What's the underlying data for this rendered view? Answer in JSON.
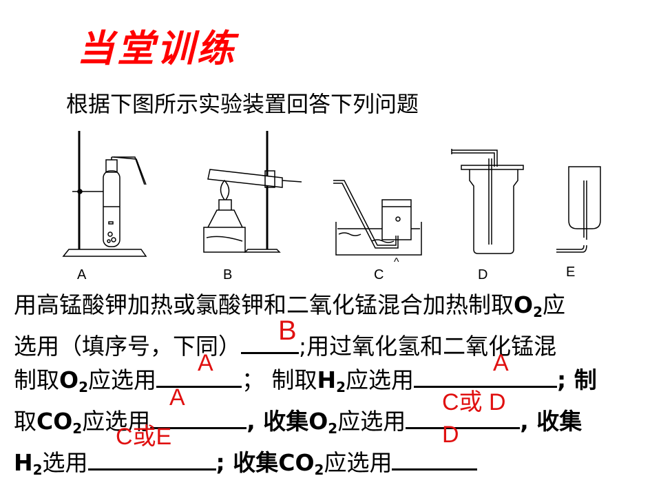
{
  "title": "当堂训练",
  "subtitle": "根据下图所示实验装置回答下列问题",
  "apparatus_labels": [
    "A",
    "B",
    "C",
    "D",
    "E"
  ],
  "caret_mark": "^",
  "text": {
    "l1_a": "用高锰酸钾加热或氯酸钾和二氧化锰混合加热制取",
    "o": "O",
    "two": "2",
    "l1_b": "应",
    "l2_a": "选用（填序号，下同）",
    "l2_b": ";用过氧化氢和二氧化锰混",
    "l3_a": "制取",
    "l3_b": "应选用",
    "l3_c": "；  制取",
    "h": "H",
    "l3_d": "应选用",
    "l3_e": "; 制",
    "l4_a": "取",
    "co": "CO",
    "l4_b": "应选用",
    "l4_c": ", 收集",
    "l4_d": "应选用",
    "l4_e": ", 收集",
    "l5_a": "选用",
    "l5_b": "; 收集",
    "l5_c": "应选用"
  },
  "answers": {
    "q1": "B",
    "q2": "A",
    "q3": "A",
    "q4": "A",
    "q5": "C或 D",
    "q6": "C或E",
    "q7": "D"
  },
  "colors": {
    "title": "#ff0000",
    "answer": "#e01010"
  }
}
